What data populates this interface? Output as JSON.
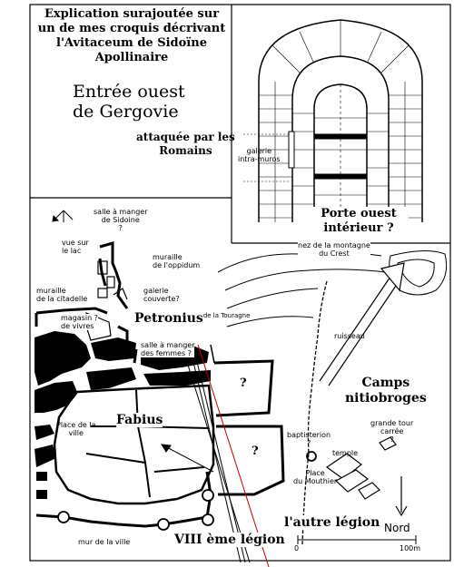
{
  "header": {
    "note_lines": [
      "Explication surajoutée sur",
      "un de mes croquis décrivant",
      "l'Avitaceum de Sidoïne",
      "Apollinaire"
    ],
    "title_lines": [
      "Entrée ouest",
      "de Gergovie"
    ],
    "subtitle_lines": [
      "attaquée par les",
      "Romains"
    ]
  },
  "gate_inset": {
    "label_lines": [
      "galerie",
      "intra-muros"
    ],
    "caption_lines": [
      "Porte ouest",
      "intérieur ?"
    ]
  },
  "labels": {
    "salle_sidoine": [
      "salle à manger",
      "de Sidoine",
      "?"
    ],
    "vue_lac": [
      "vue sur",
      "le lac"
    ],
    "muraille_oppidum": [
      "muraille",
      "de l'oppidum"
    ],
    "muraille_citadelle": [
      "muraille",
      "de la citadelle"
    ],
    "galerie_couverte": [
      "galerie",
      "couverte?"
    ],
    "place_touragne": "Place de la Touragne",
    "magasin": [
      "magasin ?",
      "de vivres"
    ],
    "petronius": "Petronius",
    "salle_femmes": [
      "salle à manger",
      "des femmes ?"
    ],
    "nez_montagne": [
      "nez de la montagne",
      "du Crest"
    ],
    "ruisseau": "ruisseau",
    "camps": [
      "Camps",
      "nitiobroges"
    ],
    "q_upper": "?",
    "q_lower": "?",
    "fabius": "Fabius",
    "place_ville": [
      "Place de la",
      "ville"
    ],
    "baptisterion": [
      "baptisterion",
      "?"
    ],
    "grande_tour": [
      "grande tour",
      "carrée",
      "?"
    ],
    "temple": "temple",
    "place_mouthier": [
      "Place",
      "du Mouthier"
    ],
    "nord": "Nord",
    "autre_legion": "l'autre légion",
    "mur_ville": "mur de la ville",
    "viii_legion": "VIII ème légion",
    "scale_zero": "0",
    "scale_end": "100m"
  }
}
